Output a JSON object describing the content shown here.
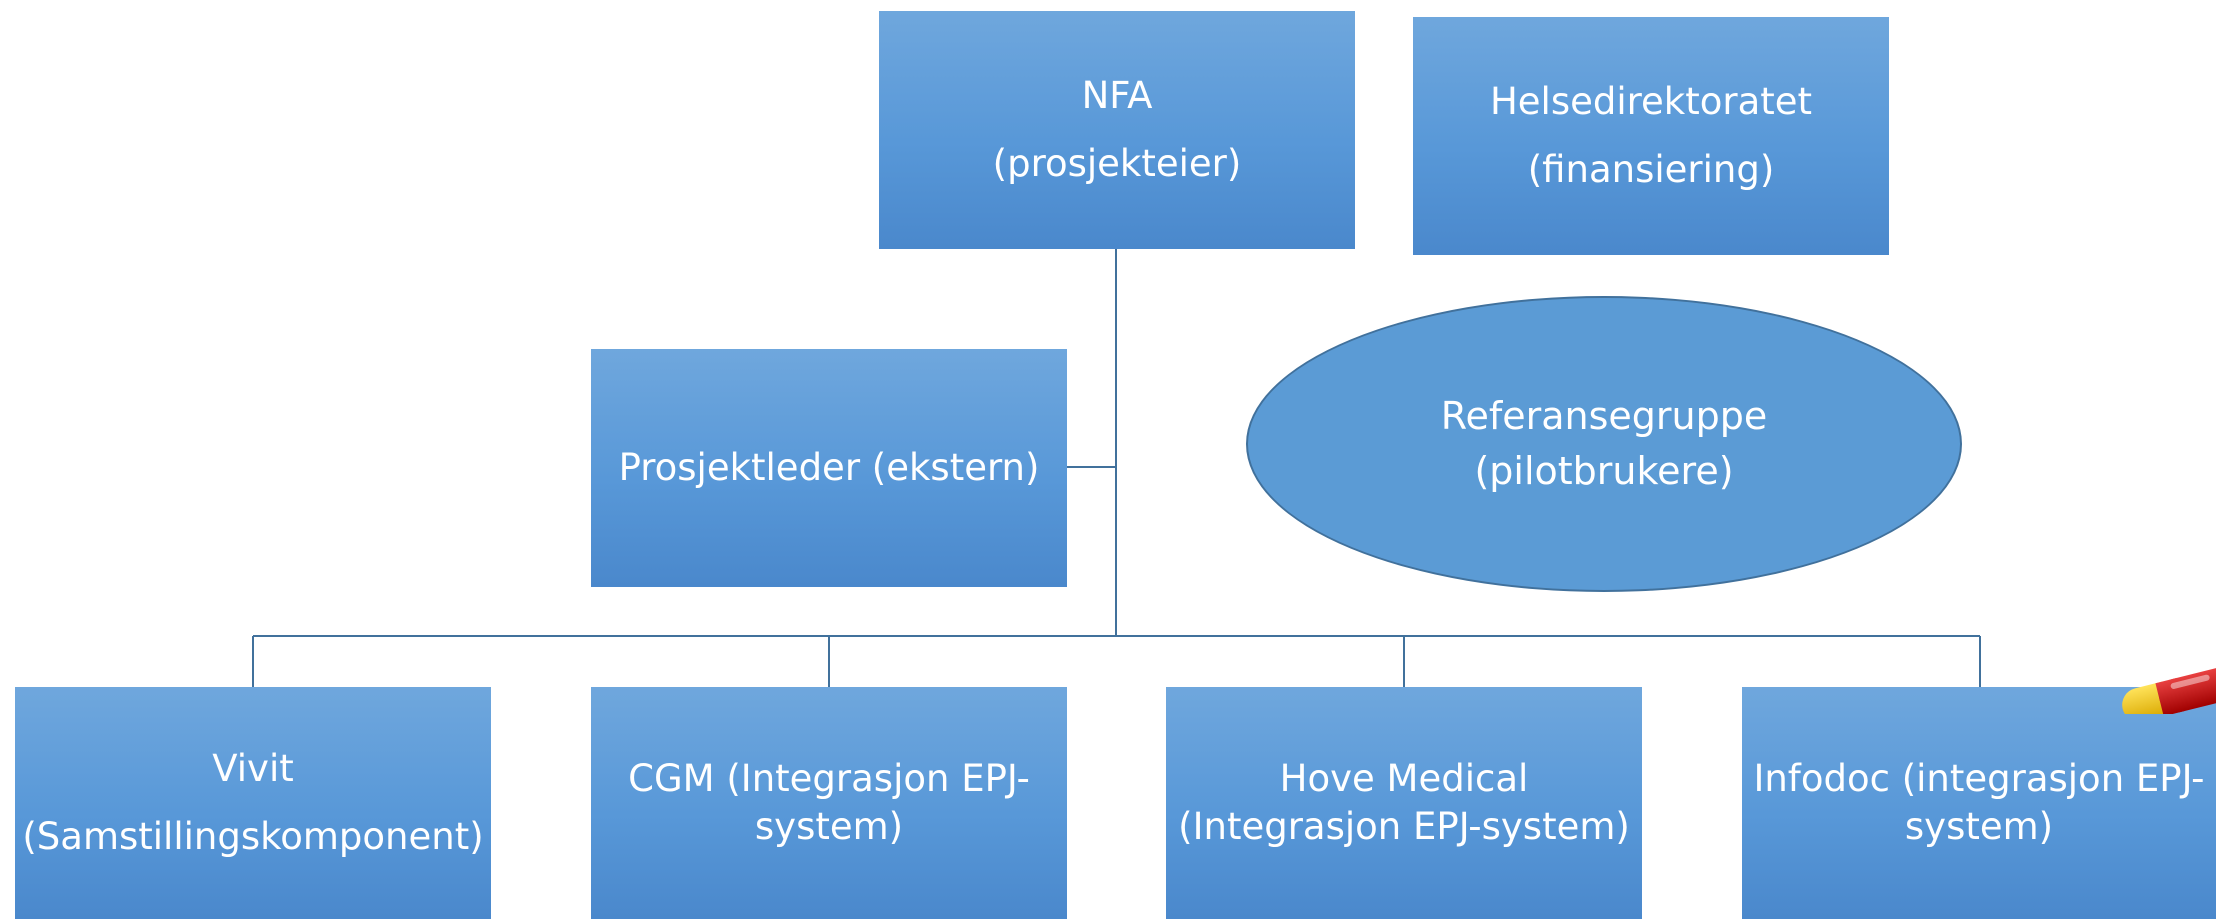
{
  "diagram": {
    "nodes": {
      "nfa": {
        "line1": "NFA",
        "line2": "(prosjekteier)"
      },
      "helsedirektoratet": {
        "line1": "Helsedirektoratet",
        "line2": "(finansiering)"
      },
      "prosjektleder": {
        "line1": "Prosjektleder (ekstern)"
      },
      "referansegruppe": {
        "line1": "Referansegruppe",
        "line2": "(pilotbrukere)"
      },
      "vivit": {
        "line1": "Vivit",
        "line2": "(Samstillingskomponent)"
      },
      "cgm": {
        "line1": "CGM (Integrasjon EPJ-",
        "line2": "system)"
      },
      "hove": {
        "line1": "Hove Medical",
        "line2": "(Integrasjon EPJ-system)"
      },
      "infodoc": {
        "line1": "Infodoc (integrasjon EPJ-",
        "line2": "system)"
      }
    },
    "colors": {
      "box_fill": "#5b9bd5",
      "connector": "#41719c",
      "text": "#ffffff",
      "pill_red": "#c00000",
      "pill_yellow": "#f2c200"
    },
    "decoration_icon": "pill-icon"
  }
}
